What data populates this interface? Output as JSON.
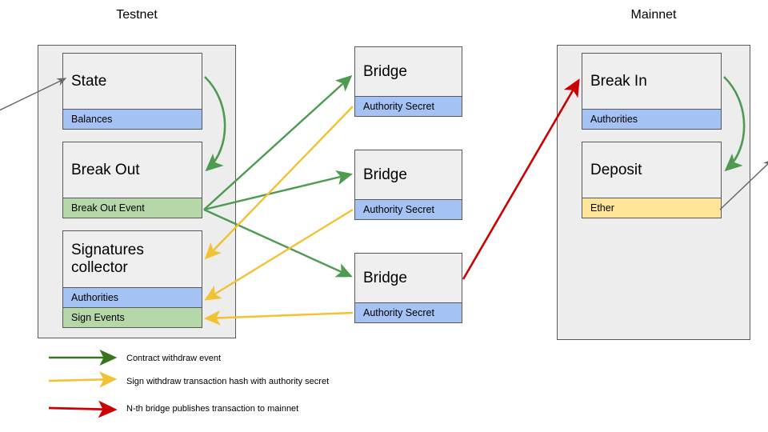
{
  "networks": [
    {
      "title": "Testnet",
      "nodes": [
        {
          "title": "State",
          "fields": [
            {
              "label": "Balances",
              "fill": "blue"
            }
          ]
        },
        {
          "title": "Break Out",
          "fields": [
            {
              "label": "Break Out Event",
              "fill": "green"
            }
          ]
        },
        {
          "title": "Signatures collector",
          "fields": [
            {
              "label": "Authorities",
              "fill": "blue"
            },
            {
              "label": "Sign Events",
              "fill": "green"
            }
          ]
        }
      ]
    },
    {
      "title": "Mainnet",
      "nodes": [
        {
          "title": "Break In",
          "fields": [
            {
              "label": "Authorities",
              "fill": "blue"
            }
          ]
        },
        {
          "title": "Deposit",
          "fields": [
            {
              "label": "Ether",
              "fill": "yellow"
            }
          ]
        }
      ]
    }
  ],
  "bridges": [
    {
      "title": "Bridge",
      "fields": [
        {
          "label": "Authority Secret",
          "fill": "blue"
        }
      ]
    },
    {
      "title": "Bridge",
      "fields": [
        {
          "label": "Authority Secret",
          "fill": "blue"
        }
      ]
    },
    {
      "title": "Bridge",
      "fields": [
        {
          "label": "Authority Secret",
          "fill": "blue"
        }
      ]
    }
  ],
  "legend": [
    {
      "label": "Contract withdraw event",
      "color": "#38761d"
    },
    {
      "label": "Sign withdraw transaction hash with authority secret",
      "color": "#f1c232"
    },
    {
      "label": "N-th bridge publishes transaction to mainnet",
      "color": "#cc0000"
    }
  ],
  "colors": {
    "green_arrow": "#4e9a51",
    "green_legend": "#38761d",
    "yellow_arrow": "#f1c232",
    "red_arrow": "#cc0000",
    "gray_arrow": "#666666",
    "container_fill": "#ededed",
    "node_fill": "#efefef",
    "border": "#595959",
    "blue_fill": "#a4c2f4",
    "green_fill": "#b6d7a8",
    "yellow_fill": "#ffe599"
  }
}
